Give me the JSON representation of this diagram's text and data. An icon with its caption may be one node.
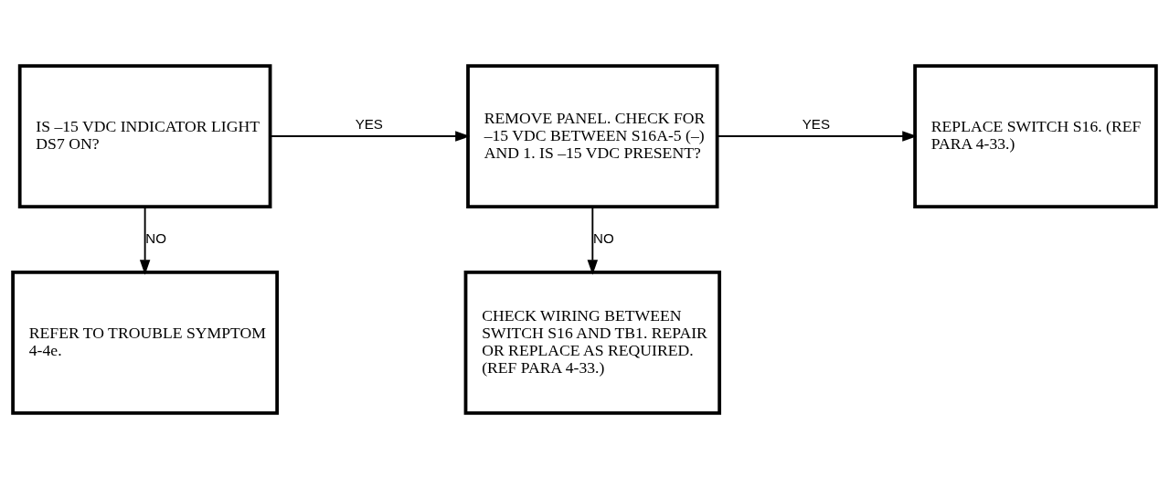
{
  "diagram": {
    "nodes": [
      {
        "text": [
          "IS –15 VDC INDICATOR LIGHT DS7 ON?"
        ]
      },
      {
        "text": [
          "REMOVE PANEL. CHECK FOR –15 VDC BETWEEN S16A-5 (–) AND 1. IS –15 VDC PRESENT?"
        ]
      },
      {
        "text": [
          "REPLACE SWITCH S16. (REF PARA 4-33.)"
        ]
      },
      {
        "text": [
          "REFER TO TROUBLE SYMPTOM 4-4e."
        ]
      },
      {
        "text": [
          "CHECK WIRING BETWEEN SWITCH S16 AND TB1. REPAIR OR REPLACE AS REQUIRED. (REF PARA 4-33.)"
        ]
      }
    ],
    "edges": [
      {
        "from": 0,
        "to": 1,
        "arrow": "to",
        "label": "YES"
      },
      {
        "from": 1,
        "to": 2,
        "arrow": "to",
        "label": "YES"
      },
      {
        "from": 0,
        "to": 3,
        "arrow": "to",
        "label": "NO"
      },
      {
        "from": 1,
        "to": 4,
        "arrow": "to",
        "label": "NO"
      }
    ]
  }
}
